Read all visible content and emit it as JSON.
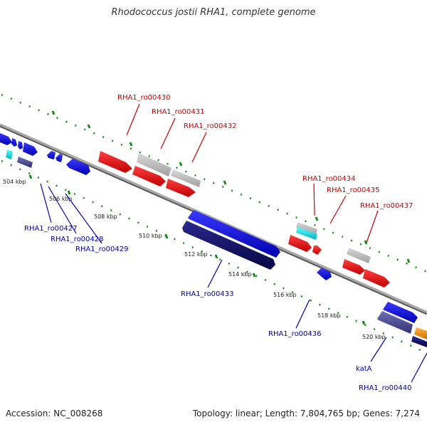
{
  "title": "Rhodococcus jostii RHA1, complete genome",
  "footer": {
    "accession": "Accession: NC_008268",
    "stats": "Topology: linear; Length: 7,804,765 bp; Genes: 7,274"
  },
  "colors": {
    "red": "#e00000",
    "gray": "#b8b8b8",
    "blue": "#1010e0",
    "navy": "#101070",
    "cyan": "#10e0e0",
    "slate": "#4a4a90",
    "orange": "#f09010",
    "dotted_track": "#1a8a1a",
    "axis": "#808080",
    "label_top": "#cc0000",
    "label_bottom": "#0000aa"
  },
  "kbp_ticks": [
    {
      "text": "504 kbp",
      "kbp": 504
    },
    {
      "text": "506 kbp",
      "kbp": 506
    },
    {
      "text": "508 kbp",
      "kbp": 508
    },
    {
      "text": "510 kbp",
      "kbp": 510
    },
    {
      "text": "512 kbp",
      "kbp": 512
    },
    {
      "text": "514 kbp",
      "kbp": 514
    },
    {
      "text": "516 kbp",
      "kbp": 516
    },
    {
      "text": "518 kbp",
      "kbp": 518
    },
    {
      "text": "520 kbp",
      "kbp": 520
    }
  ],
  "top_labels": [
    "RHA1_ro00430",
    "RHA1_ro00431",
    "RHA1_ro00432",
    "RHA1_ro00434",
    "RHA1_ro00435",
    "RHA1_ro00437"
  ],
  "bottom_labels": [
    "RHA1_ro00427",
    "RHA1_ro00428",
    "RHA1_ro00429",
    "RHA1_ro00433",
    "RHA1_ro00436",
    "katA",
    "RHA1_ro00440"
  ]
}
